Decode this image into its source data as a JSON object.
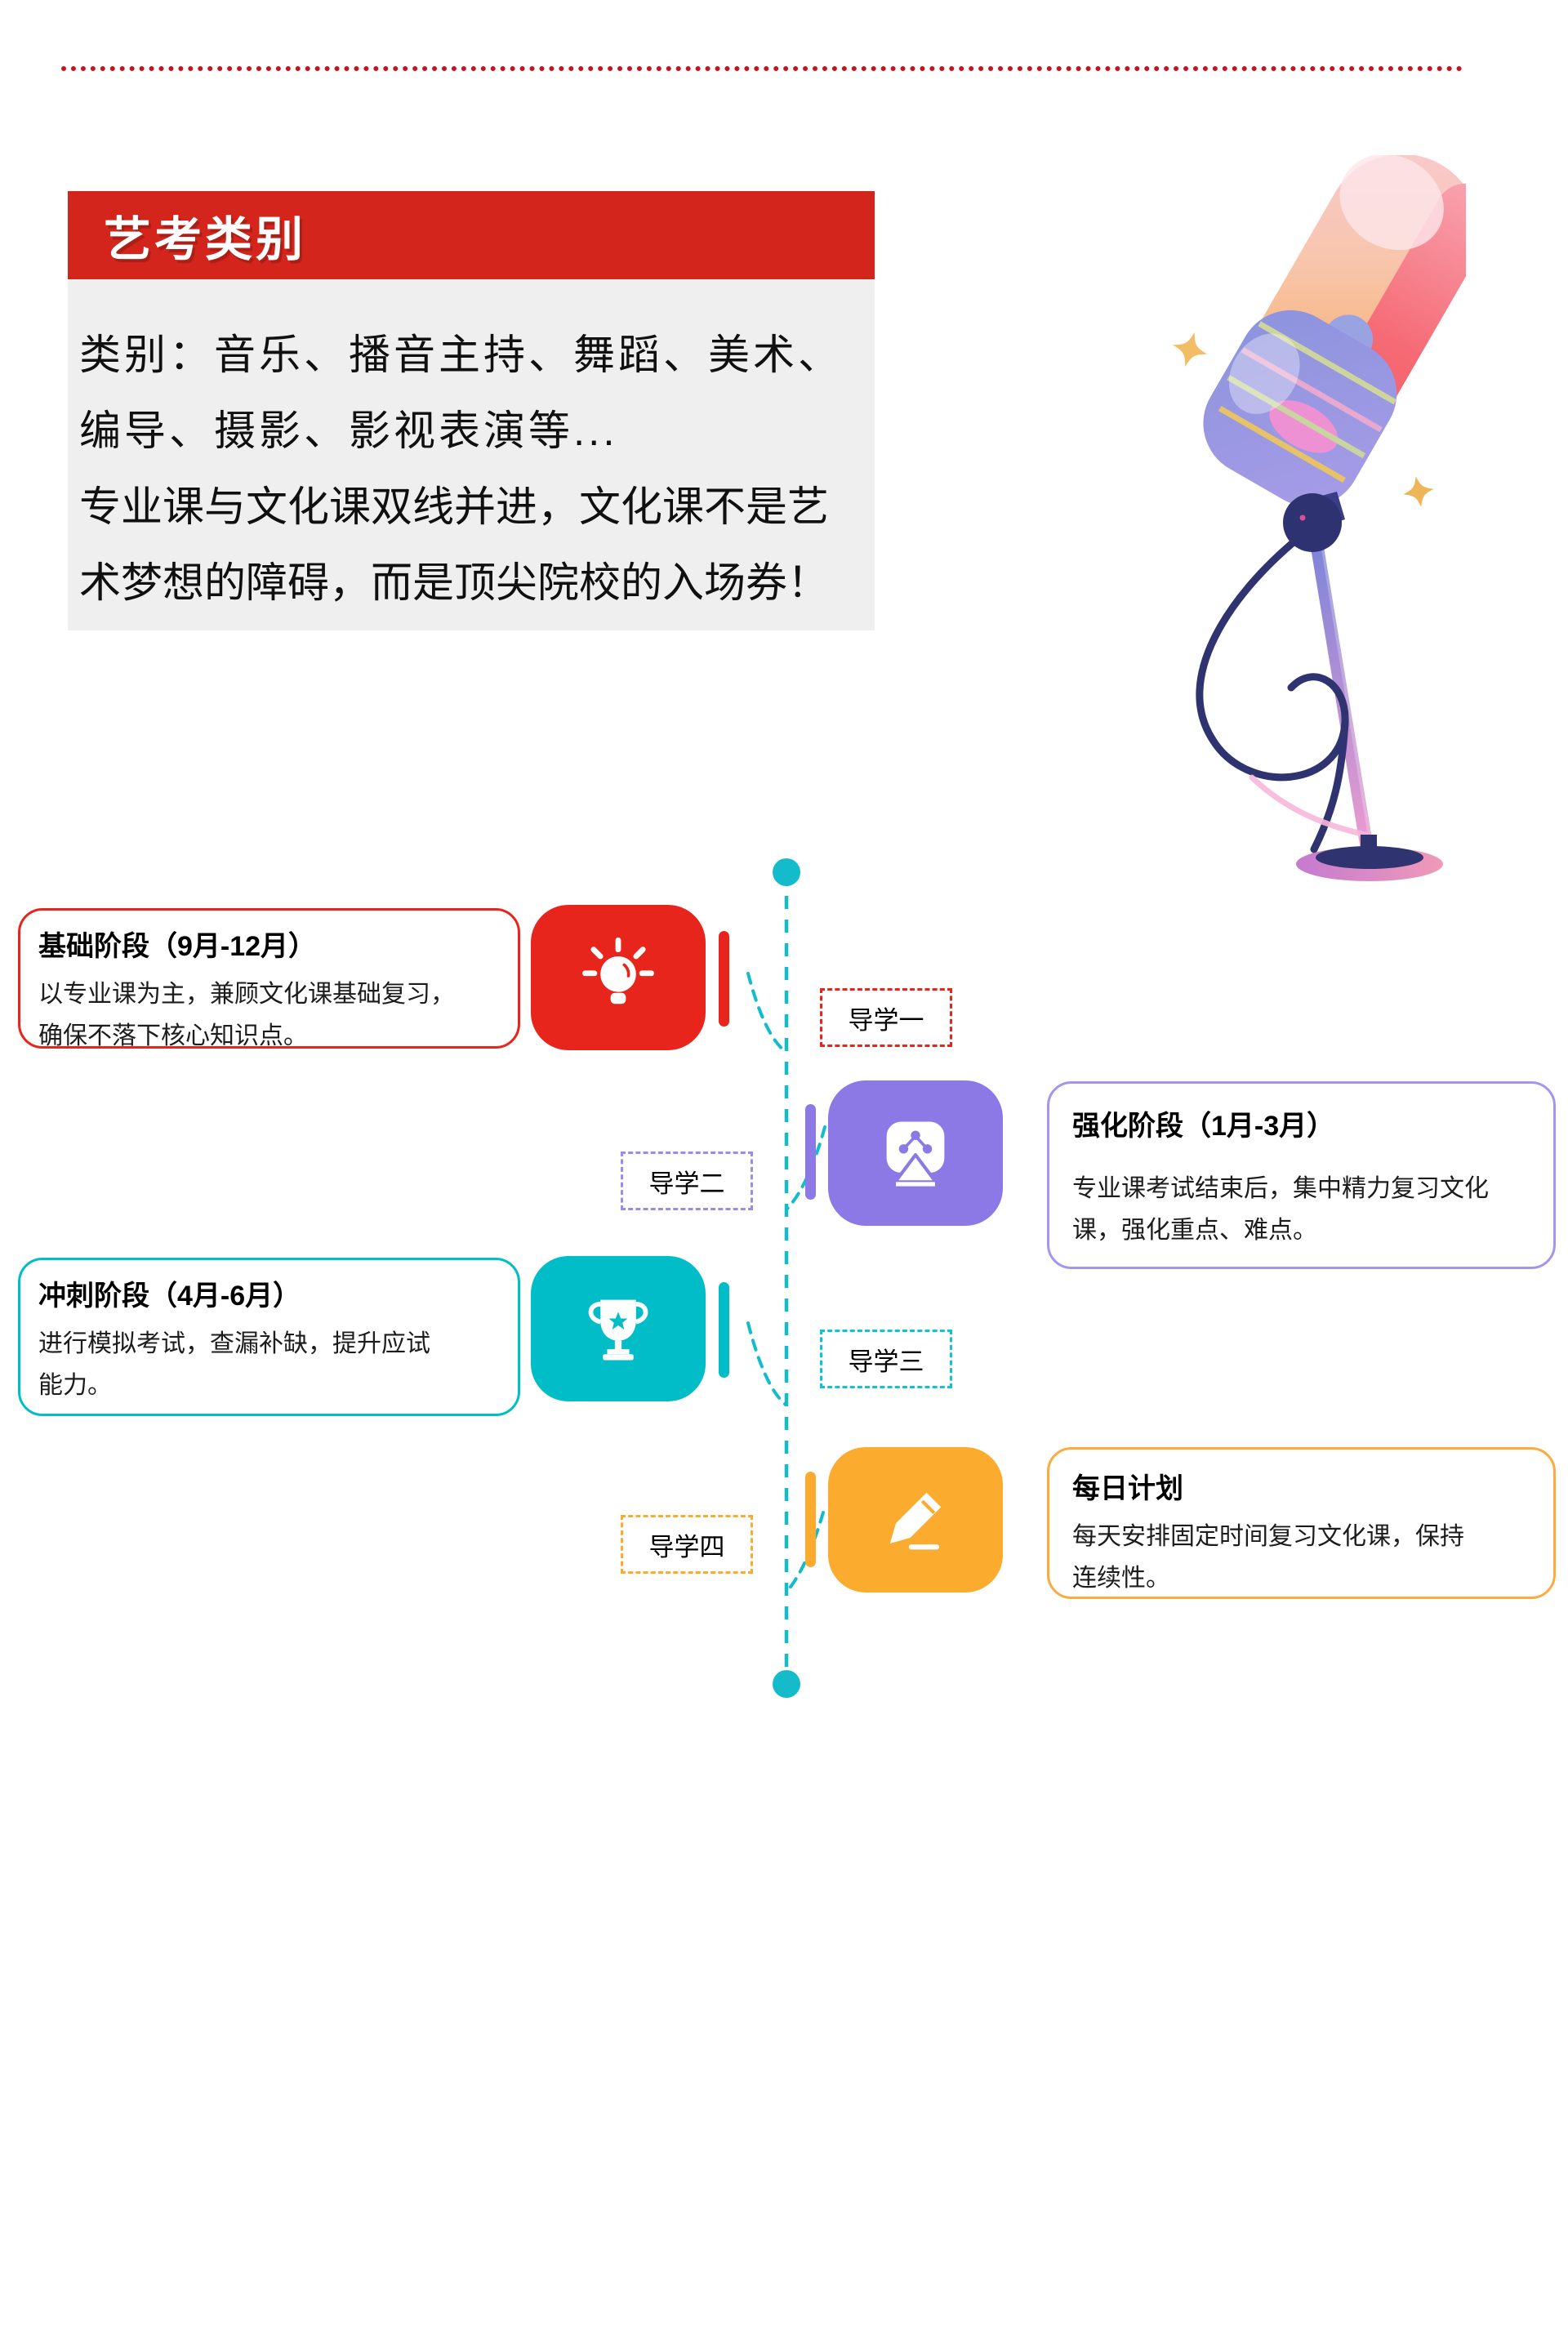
{
  "divider": {
    "color": "#c9121f"
  },
  "header": {
    "title": "艺考类别",
    "bg": "#d3251c",
    "text_color": "#ffffff"
  },
  "intro": {
    "bg": "#efefef",
    "lines": [
      "类别：音乐、播音主持、舞蹈、美术、",
      "编导、摄影、影视表演等...",
      "专业课与文化课双线并进，文化课不是艺",
      "术梦想的障碍，而是顶尖院校的入场券！"
    ]
  },
  "illustration": {
    "name": "retro-microphone-with-stars",
    "star_color": "#f3bd64"
  },
  "timeline": {
    "line_color": "#14bccb",
    "stages": [
      {
        "label": "导学一",
        "title": "基础阶段（9月-12月）",
        "body_lines": [
          "以专业课为主，兼顾文化课基础复习，",
          "确保不落下核心知识点。"
        ],
        "icon": "lightbulb",
        "accent": "#e8251d",
        "side": "left"
      },
      {
        "label": "导学二",
        "title": "强化阶段（1月-3月）",
        "body_lines": [
          "专业课考试结束后，集中精力复习文化",
          "课，强化重点、难点。"
        ],
        "icon": "screen-share",
        "accent": "#8d79e6",
        "side": "right"
      },
      {
        "label": "导学三",
        "title": "冲刺阶段（4月-6月）",
        "body_lines": [
          "进行模拟考试，查漏补缺，提升应试",
          "能力。"
        ],
        "icon": "trophy",
        "accent": "#00bdc7",
        "side": "left"
      },
      {
        "label": "导学四",
        "title": "每日计划",
        "body_lines": [
          "每天安排固定时间复习文化课，保持",
          "连续性。"
        ],
        "icon": "pencil",
        "accent": "#fbab2e",
        "side": "right"
      }
    ]
  }
}
